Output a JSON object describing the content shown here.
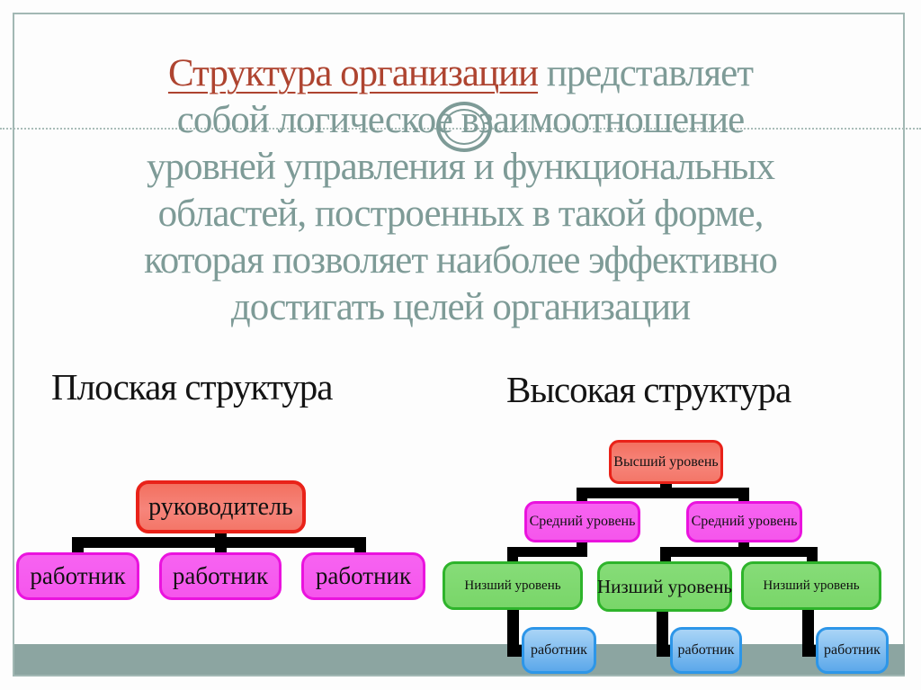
{
  "slide_title": {
    "highlighted": "Структура организации",
    "line1_rest": " представляет",
    "line2": "собой логическое взаимоотношение",
    "line3": "уровней управления и функциональных",
    "line4": "областей, построенных в такой форме,",
    "line5": "которая позволяет наиболее эффективно",
    "line6": "достигать целей организации"
  },
  "flat_structure": {
    "heading": "Плоская структура",
    "root_label": "руководитель",
    "workers": [
      "работник",
      "работник",
      "работник"
    ]
  },
  "tall_structure": {
    "heading": "Высокая структура",
    "top_label": "Высший уровень",
    "middle_labels": [
      "Средний уровень",
      "Средний уровень"
    ],
    "lower_labels": [
      "Низший уровень",
      "Низший уровень",
      "Низший уровень"
    ],
    "worker_labels": [
      "работник",
      "работник",
      "работник"
    ]
  },
  "colors": {
    "title_accent": "#ae4430",
    "title_body": "#7e9b97",
    "frame_border": "#a2b8b4",
    "footer_band": "#8ca5a1",
    "top_level_fill": "#f5796c",
    "top_level_border": "#e92219",
    "middle_level_fill": "#f661ef",
    "middle_level_border": "#ea13de",
    "lower_level_fill": "#7fd971",
    "lower_level_border": "#2eb42b",
    "worker_fill": "#5ca8ea",
    "worker_border": "#2d96e8",
    "connector": "#000000"
  }
}
